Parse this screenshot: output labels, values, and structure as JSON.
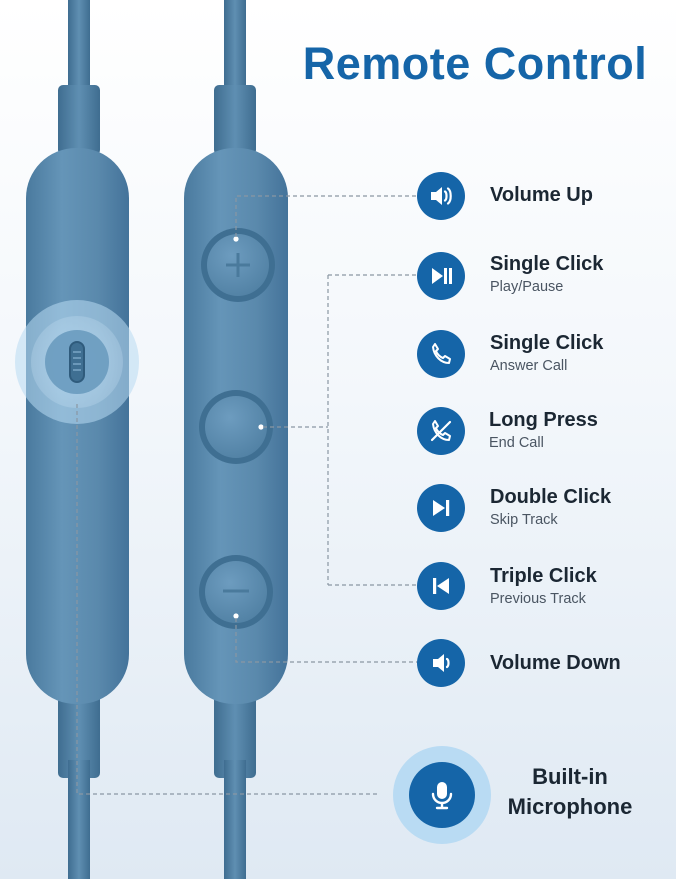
{
  "title": "Remote Control",
  "colors": {
    "title": "#1565a8",
    "icon_bg": "#1565a8",
    "cable": "#4e7fa2",
    "remote_body": "#5d8db0",
    "remote_edge": "#3f6f92",
    "mic_halo": "#b9dbf3"
  },
  "features": [
    {
      "icon": "volume-up-icon",
      "title": "Volume Up",
      "subtitle": ""
    },
    {
      "icon": "play-pause-icon",
      "title": "Single Click",
      "subtitle": "Play/Pause"
    },
    {
      "icon": "phone-icon",
      "title": "Single Click",
      "subtitle": "Answer Call"
    },
    {
      "icon": "end-call-icon",
      "title": "Long Press",
      "subtitle": "End Call"
    },
    {
      "icon": "skip-next-icon",
      "title": "Double Click",
      "subtitle": "Skip Track"
    },
    {
      "icon": "skip-previous-icon",
      "title": "Triple Click",
      "subtitle": "Previous Track"
    },
    {
      "icon": "volume-down-icon",
      "title": "Volume Down",
      "subtitle": ""
    }
  ],
  "microphone": {
    "icon": "microphone-icon",
    "line1": "Built-in",
    "line2": "Microphone"
  }
}
